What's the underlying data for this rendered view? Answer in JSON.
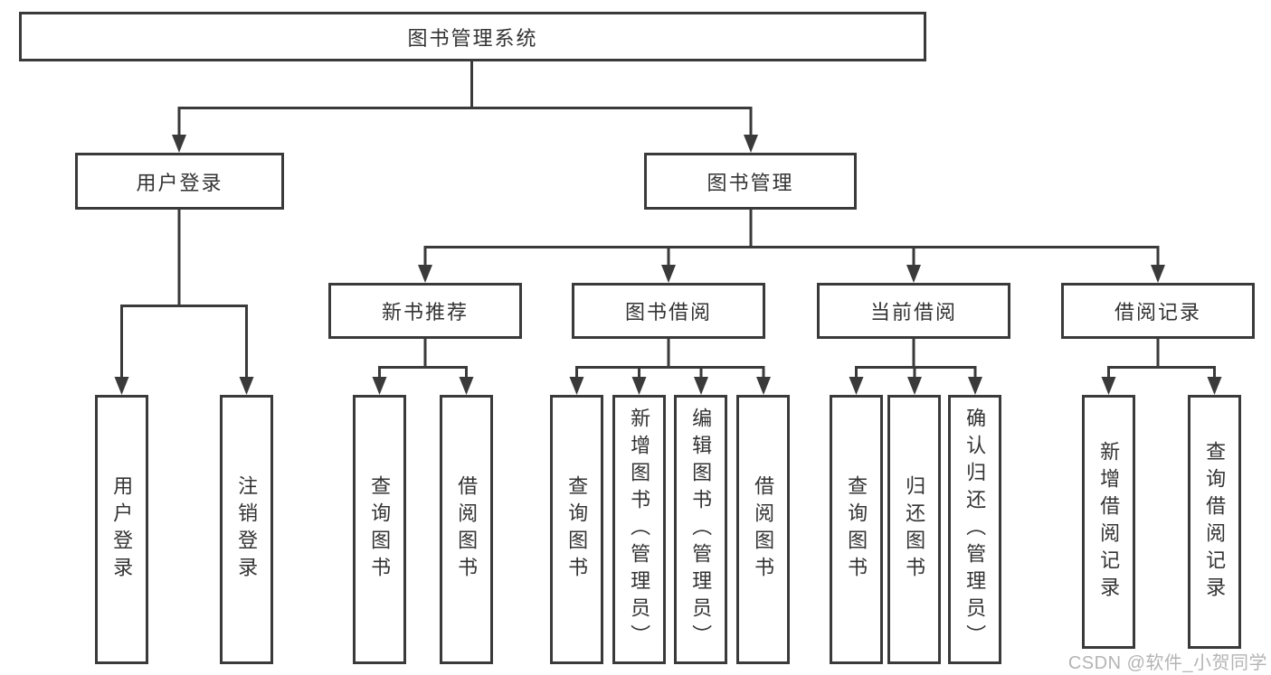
{
  "watermark": "CSDN @软件_小贺同学",
  "colors": {
    "line": "#3a3a3a",
    "text": "#333333",
    "background": "#ffffff",
    "watermark": "#b4b4b4"
  },
  "tree": {
    "root": {
      "label": "图书管理系统"
    },
    "branches": [
      {
        "label": "用户登录",
        "children": [
          {
            "label": "用户登录"
          },
          {
            "label": "注销登录"
          }
        ]
      },
      {
        "label": "图书管理",
        "groups": [
          {
            "label": "新书推荐",
            "children": [
              {
                "label": "查询图书"
              },
              {
                "label": "借阅图书"
              }
            ]
          },
          {
            "label": "图书借阅",
            "children": [
              {
                "label": "查询图书"
              },
              {
                "label": "新增图书（管理员）"
              },
              {
                "label": "编辑图书（管理员）"
              },
              {
                "label": "借阅图书"
              }
            ]
          },
          {
            "label": "当前借阅",
            "children": [
              {
                "label": "查询图书"
              },
              {
                "label": "归还图书"
              },
              {
                "label": "确认归还（管理员）"
              }
            ]
          },
          {
            "label": "借阅记录",
            "children": [
              {
                "label": "新增借阅记录"
              },
              {
                "label": "查询借阅记录"
              }
            ]
          }
        ]
      }
    ]
  }
}
